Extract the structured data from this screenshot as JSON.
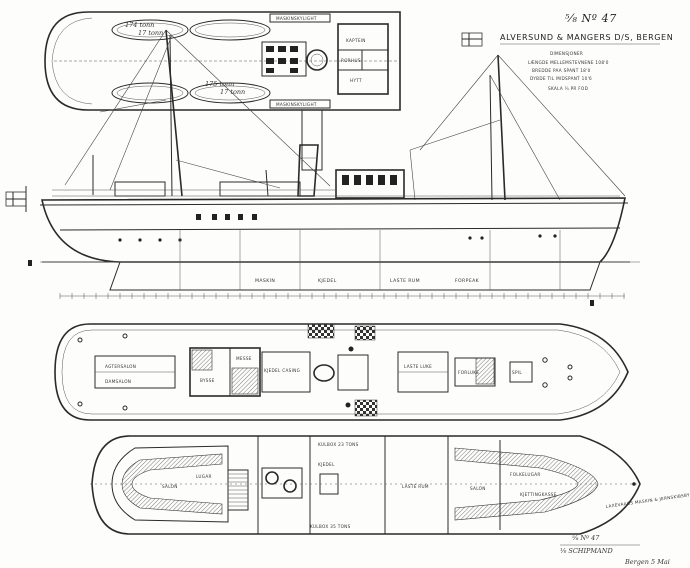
{
  "title_block": {
    "number": "⁵⁄₈ Nº 47",
    "owner": "ALVERSUND & MANGERS D/S, BERGEN",
    "line_1": "DIMENSJONER",
    "line_2": "LÆNGDE MELLEMSTEVNENE 108'0",
    "line_3": "BREDDE PAA SPANT 18'0",
    "line_4": "DYBDE TIL MIDSPANT 10'6",
    "line_5": "SKALA ¼ PR FOD"
  },
  "top_plan_labels": {
    "cabin_top": "MASKINSKYLIGHT",
    "cabin_bottom": "MASKINSKYLIGHT",
    "boat_left_top": "174 tonn",
    "boat_left_bottom": "17 tonn",
    "boat_right_top": "175 tonn",
    "boat_right_bottom": "17 tonn",
    "room_1": "KAPTEIN",
    "room_2": "RORHUS",
    "room_3": "HYTT"
  },
  "profile_labels": {
    "engine": "MASKIN",
    "boiler": "KJEDEL",
    "cargo": "LASTE RUM",
    "forepeak": "FORPEAK"
  },
  "deck_labels": {
    "aft_cabin": "AGTERSALON",
    "aft_cabin_2": "DAMSALON",
    "galley": "BYSSE",
    "mess": "MESSE",
    "boiler_casing": "KJEDEL CASING",
    "cargo_hatch": "LASTE LUKE",
    "windlass": "SPIL",
    "fore_hatch": "FORLUKE"
  },
  "lower_labels": {
    "aft_salon": "SALON",
    "aft_room": "LUGAR",
    "bunker_top": "KULBOX 23 TONS",
    "boiler": "KJEDEL",
    "bunker_bottom": "KULBOX 35 TONS",
    "hold": "LASTE RUM",
    "crew": "FOLKELUGAR",
    "fore_salon": "SALON",
    "chain": "KJETTINGKASSE"
  },
  "footer": {
    "builder": "LAXEVAAGS MASKIN & JERNSKIBSBYGGERI BERGEN",
    "number": "⁵⁄₈ Nº 47",
    "scale": "⅛ SCHIPMAND",
    "signature": "Bergen 5 Mai"
  }
}
